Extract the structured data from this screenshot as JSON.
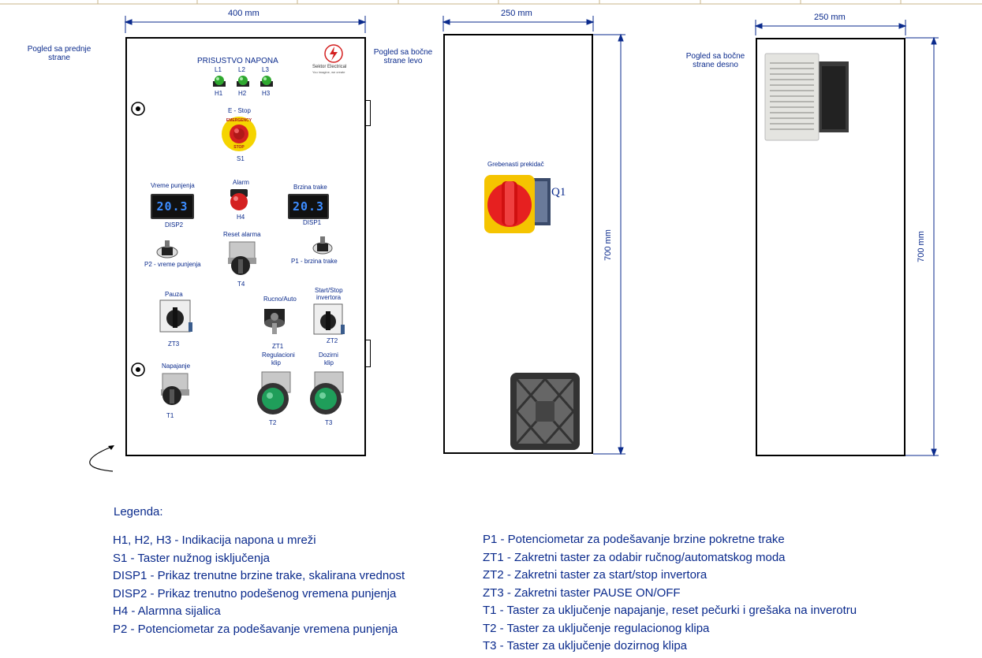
{
  "dims": {
    "front_width": "400 mm",
    "left_width": "250 mm",
    "right_width": "250 mm",
    "left_height": "700 mm",
    "right_height": "700 mm"
  },
  "views": {
    "front": "Pogled sa prednje strane",
    "left": "Pogled sa bočne strane levo",
    "right": "Pogled sa bočne strane desno"
  },
  "front_panel": {
    "header": "PRISUSTVO NAPONA",
    "logo_name": "Sektor Electrical",
    "logo_tagline": "You imagine, we create",
    "lamps": [
      {
        "phase": "L1",
        "tag": "H1"
      },
      {
        "phase": "L2",
        "tag": "H2"
      },
      {
        "phase": "L3",
        "tag": "H3"
      }
    ],
    "estop_title": "E - Stop",
    "estop_text_top": "EMERGENCY",
    "estop_text_bottom": "STOP",
    "estop_tag": "S1",
    "disp2_title": "Vreme punjenja",
    "disp2_value": "20.3",
    "disp2_tag": "DISP2",
    "alarm_title": "Alarm",
    "alarm_tag": "H4",
    "disp1_title": "Brzina trake",
    "disp1_value": "20.3",
    "disp1_tag": "DISP1",
    "p2_label": "P2 - vreme punjenja",
    "reset_title": "Reset alarma",
    "reset_tag": "T4",
    "p1_label": "P1 - brzina trake",
    "pauza_title": "Pauza",
    "zt3_tag": "ZT3",
    "rucno_title": "Rucno/Auto",
    "zt1_tag": "ZT1",
    "start_title_1": "Start/Stop",
    "start_title_2": "invertora",
    "zt2_tag": "ZT2",
    "napajanje_title": "Napajanje",
    "t1_tag": "T1",
    "reg_title_1": "Regulacioni",
    "reg_title_2": "klip",
    "t2_tag": "T2",
    "doz_title_1": "Dozirni",
    "doz_title_2": "klip",
    "t3_tag": "T3"
  },
  "left_side": {
    "switch_title": "Grebenasti prekidač",
    "switch_tag": "Q1"
  },
  "legend": {
    "title": "Legenda:",
    "left": [
      "H1, H2, H3 - Indikacija napona u mreži",
      "S1 -  Taster nužnog isključenja",
      "DISP1 - Prikaz trenutne brzine trake, skalirana vrednost",
      "DISP2 - Prikaz trenutno podešenog vremena punjenja",
      "H4 - Alarmna sijalica",
      "P2 - Potenciometar za podešavanje vremena punjenja"
    ],
    "right": [
      "P1 - Potenciometar za podešavanje brzine pokretne trake",
      "ZT1 - Zakretni taster za odabir ručnog/automatskog moda",
      "ZT2 - Zakretni taster za start/stop invertora",
      "ZT3 - Zakretni taster PAUSE ON/OFF",
      "T1 - Taster za uključenje napajanje, reset pečurki i grešaka na inverotru",
      "T2 - Taster za uključenje regulacionog klipa",
      "T3 - Taster za uključenje dozirnog klipa"
    ]
  },
  "colors": {
    "text": "#0a2a8c",
    "lamp_green": "#2fa82f",
    "estop_red": "#d42020",
    "estop_yellow": "#f5d400",
    "display_digits": "#3c8cff",
    "button_green": "#1f9e5a"
  }
}
